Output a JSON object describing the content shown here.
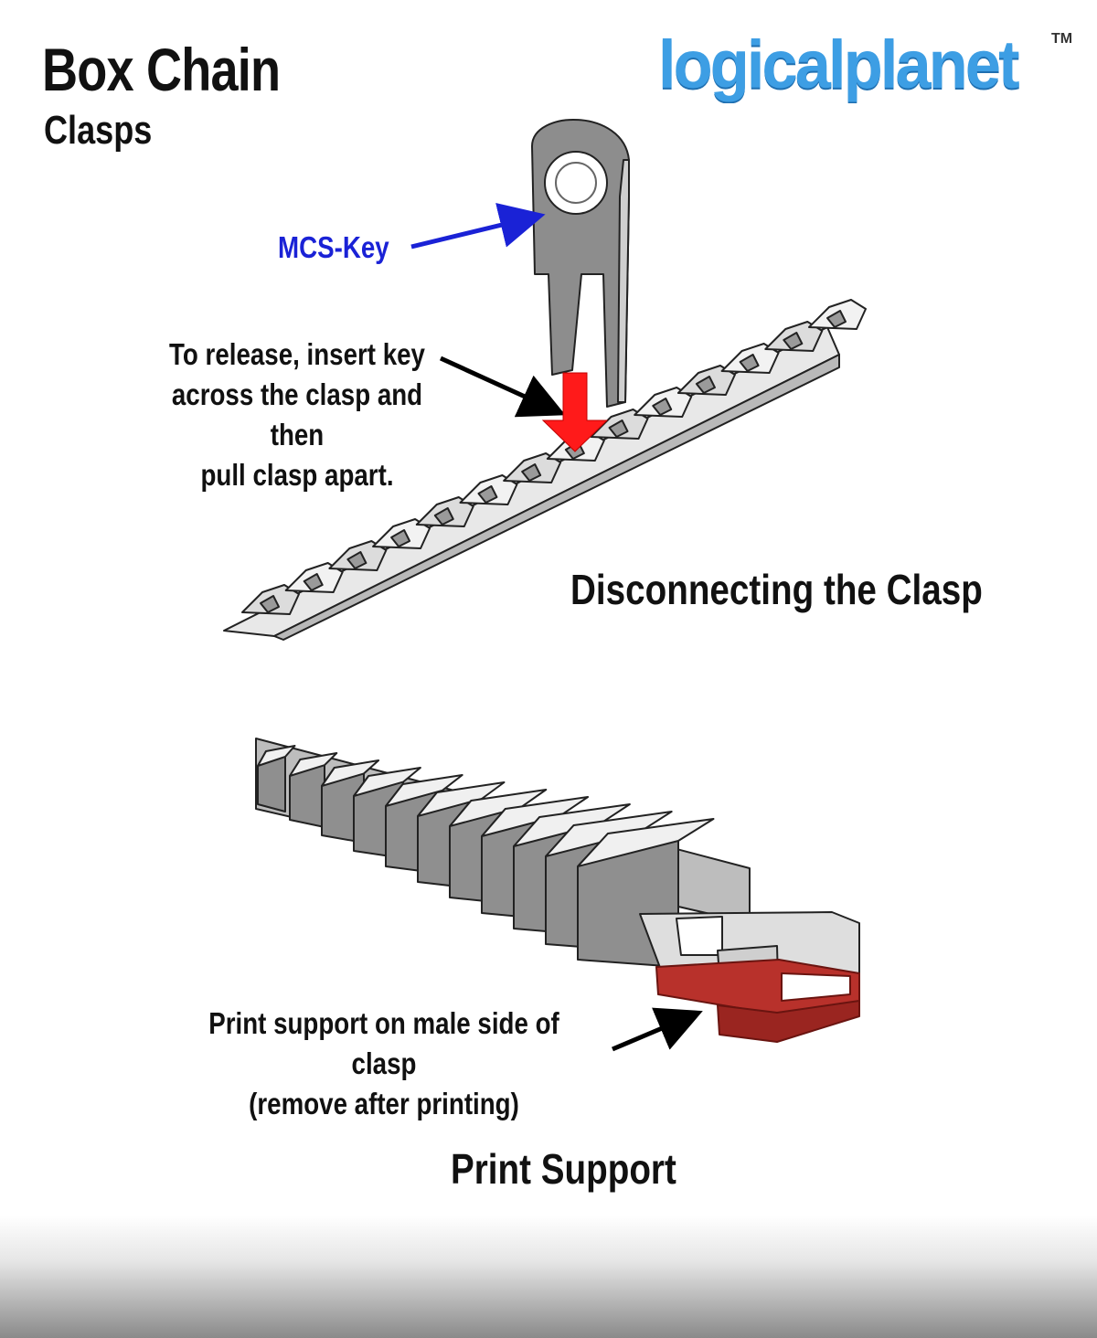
{
  "header": {
    "title": "Box Chain",
    "subtitle": "Clasps",
    "logo_text": "logicalplanet",
    "trademark": "TM"
  },
  "disconnect_panel": {
    "key_label": "MCS-Key",
    "instruction_lines": [
      "To release, insert key",
      "across the clasp and then",
      "pull clasp apart."
    ],
    "caption": "Disconnecting the Clasp"
  },
  "support_panel": {
    "note_lines": [
      "Print support on male side of clasp",
      "(remove after printing)"
    ],
    "caption": "Print Support"
  },
  "colors": {
    "logo_blue": "#3d9ee4",
    "key_label_blue": "#1a22d6",
    "insert_arrow_red": "#ff1a1a",
    "support_red": "#b8312b",
    "part_gray": "#d6d6d6"
  }
}
